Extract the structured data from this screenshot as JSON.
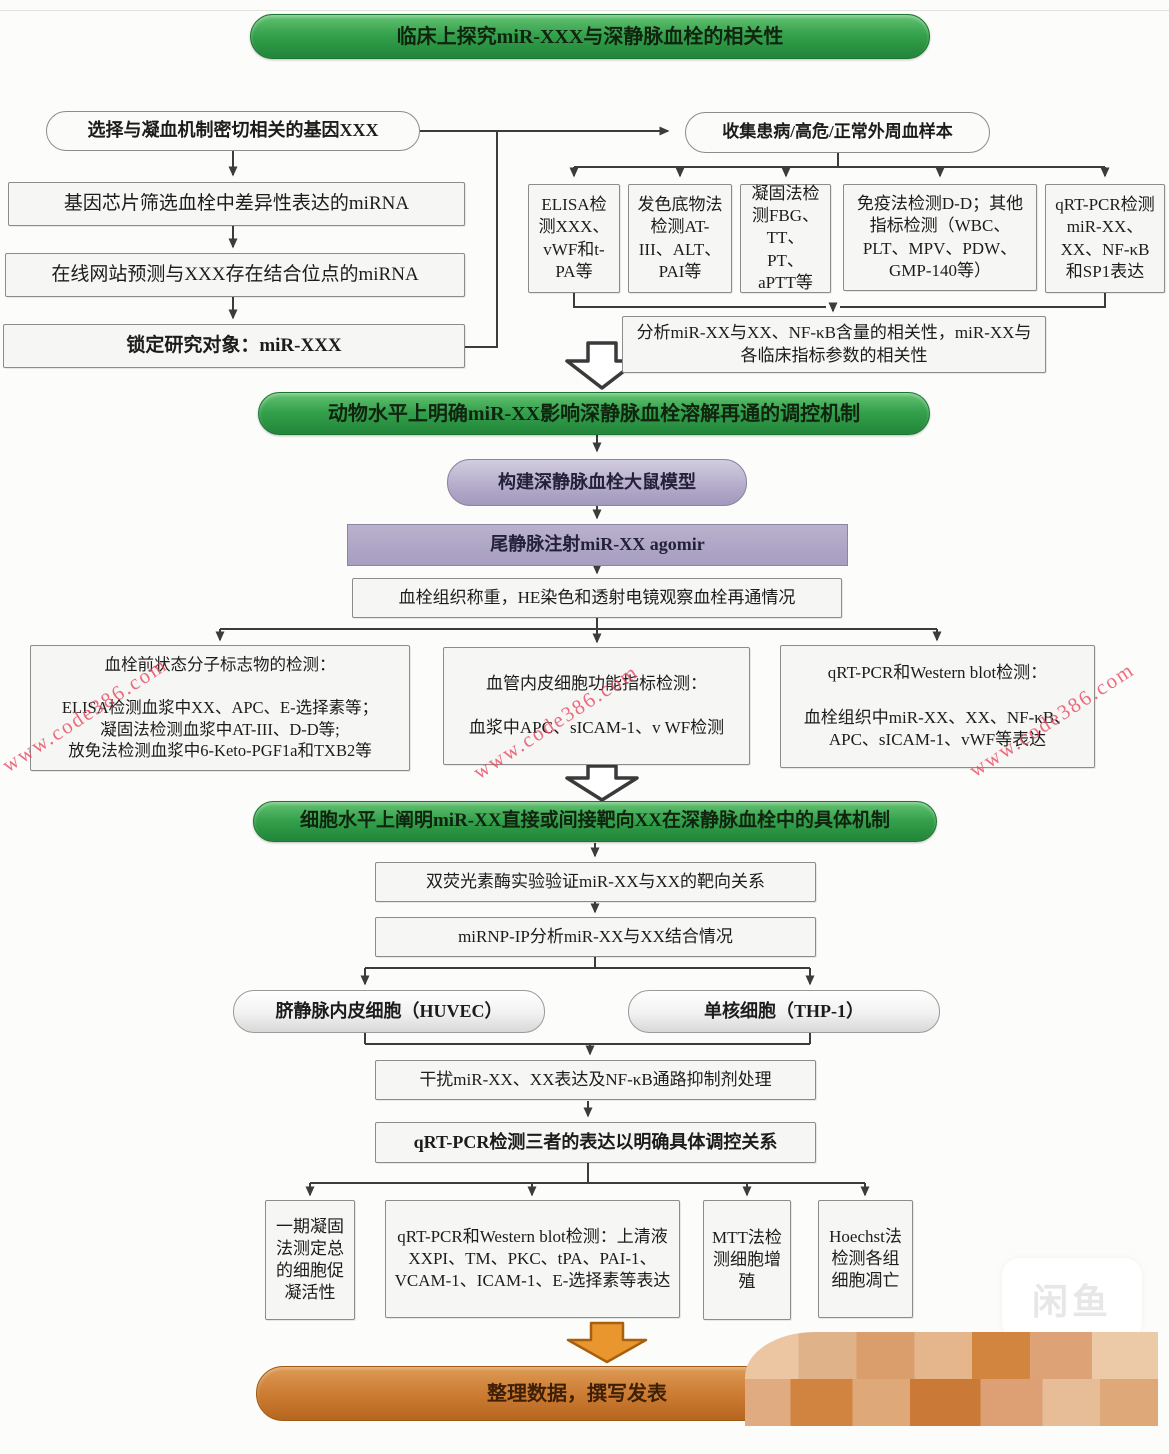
{
  "banners": {
    "clinical": "临床上探究miR-XXX与深静脉血栓的相关性",
    "animal": "动物水平上明确miR-XX影响深静脉血栓溶解再通的调控机制",
    "cell": "细胞水平上阐明miR-XX直接或间接靶向XX在深静脉血栓中的具体机制",
    "publish": "整理数据，撰写发表"
  },
  "stage1": {
    "select_gene": "选择与凝血机制密切相关的基因XXX",
    "chip_screen": "基因芯片筛选血栓中差异性表达的miRNA",
    "online_predict": "在线网站预测与XXX存在结合位点的miRNA",
    "lock_target": "锁定研究对象：miR-XXX",
    "collect_samples": "收集患病/高危/正常外周血样本",
    "tests": [
      "ELISA检测XXX、vWF和t-PA等",
      "发色底物法检测AT-III、ALT、PAI等",
      "凝固法检测FBG、TT、PT、aPTT等",
      "免疫法检测D-D；其他指标检测（WBC、PLT、MPV、PDW、GMP-140等）",
      "qRT-PCR检测miR-XX、XX、NF-κB和SP1表达"
    ],
    "correlation": "分析miR-XX与XX、NF-κB含量的相关性，miR-XX与各临床指标参数的相关性"
  },
  "stage2": {
    "rat_model": "构建深静脉血栓大鼠模型",
    "inject": "尾静脉注射miR-XX agomir",
    "observe": "血栓组织称重，HE染色和透射电镜观察血栓再通情况",
    "marker_box": "血栓前状态分子标志物的检测：\n\nELISA检测血浆中XX、APC、E-选择素等；\n凝固法检测血浆中AT-III、D-D等;\n放免法检测血浆中6-Keto-PGF1a和TXB2等",
    "endothelial_box": "血管内皮细胞功能指标检测：\n\n血浆中APC、sICAM-1、v WF检测",
    "qpcr_wb_box": "qRT-PCR和Western blot检测：\n\n血栓组织中miR-XX、XX、NF-κB、\nAPC、sICAM-1、vWF等表达"
  },
  "stage3": {
    "luciferase": "双荧光素酶实验验证miR-XX与XX的靶向关系",
    "mirnp_ip": "miRNP-IP分析miR-XX与XX结合情况",
    "huvec": "脐静脉内皮细胞（HUVEC）",
    "thp1": "单核细胞（THP-1）",
    "interfere": "干扰miR-XX、XX表达及NF-κB通路抑制剂处理",
    "qpcr_three": "qRT-PCR检测三者的表达以明确具体调控关系",
    "bottom_boxes": [
      "一期凝固法测定总的细胞促凝活性",
      "qRT-PCR和Western blot检测：上清液XXPI、TM、PKC、tPA、PAI-1、VCAM-1、ICAM-1、E-选择素等表达",
      "MTT法检测细胞增殖",
      "Hoechst法检测各组细胞凋亡"
    ]
  },
  "watermark": {
    "text": "www.code386.com",
    "color": "#e94860"
  },
  "logo": {
    "text": "闲鱼"
  },
  "colors": {
    "banner_green": "#33a04b",
    "banner_orange": "#cb7a31",
    "purple": "#a79ec1",
    "line": "#3c3c3c"
  }
}
